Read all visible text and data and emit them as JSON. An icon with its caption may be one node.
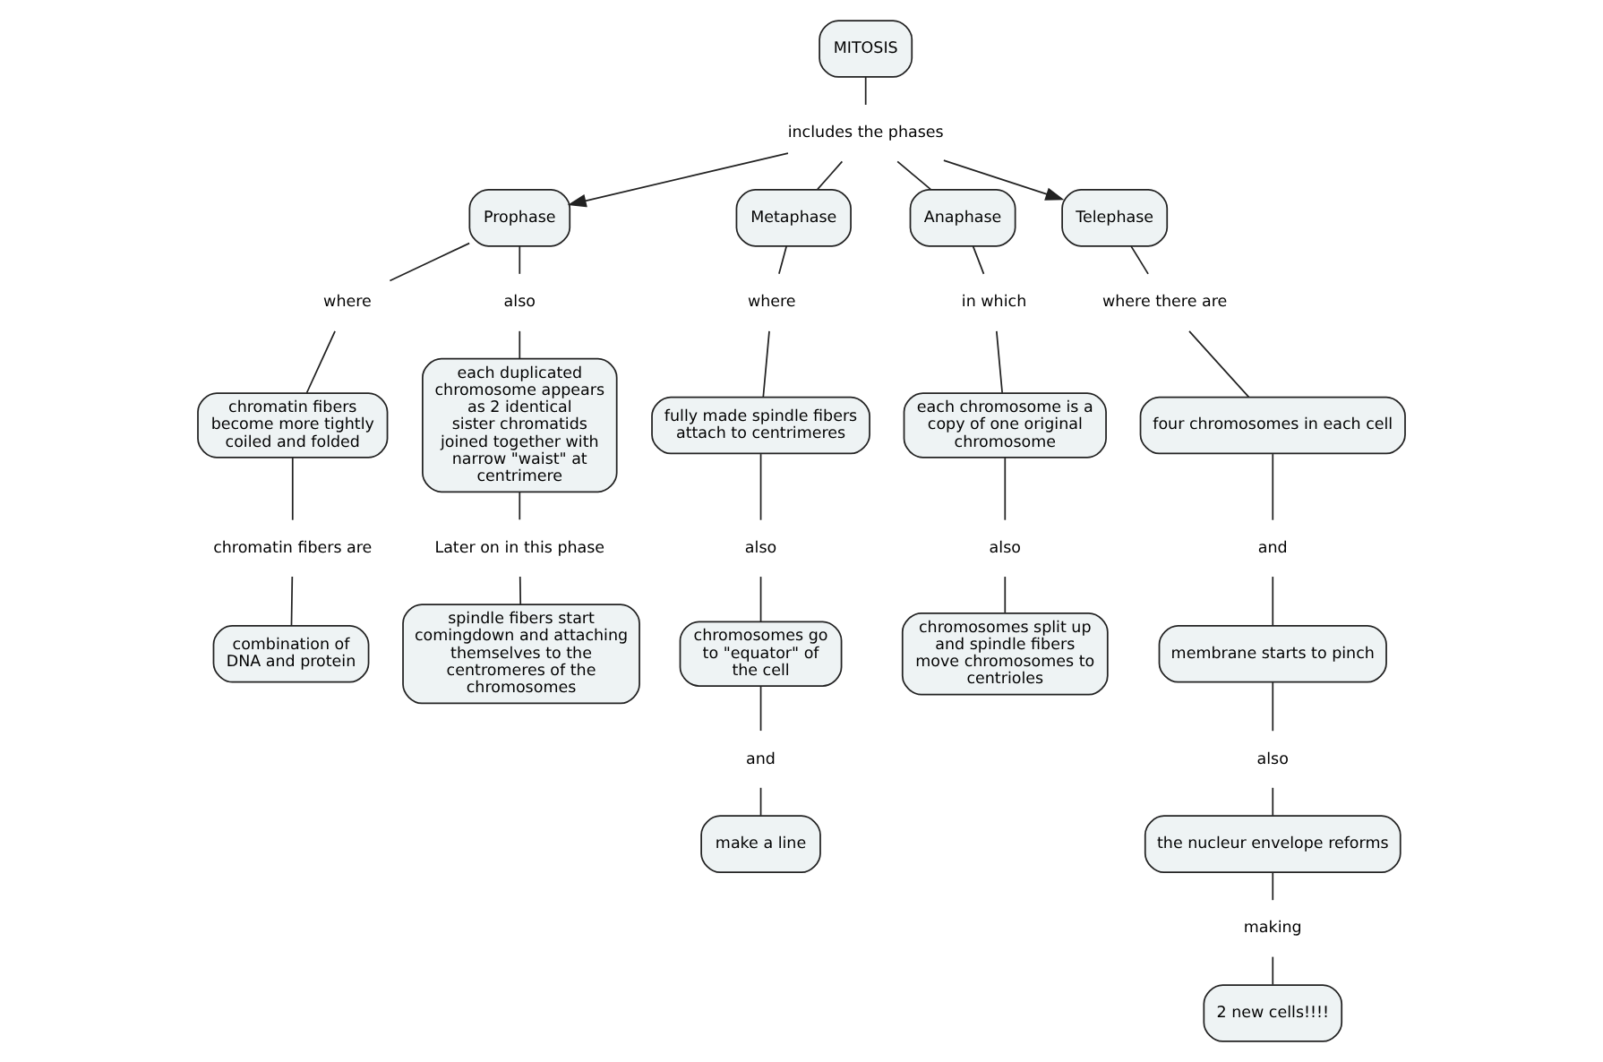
{
  "diagram": {
    "nodes": [
      {
        "text": [
          "MITOSIS"
        ]
      },
      {
        "text": [
          "includes the phases"
        ]
      },
      {
        "text": [
          "Prophase"
        ]
      },
      {
        "text": [
          "Metaphase"
        ]
      },
      {
        "text": [
          "Anaphase"
        ]
      },
      {
        "text": [
          "Telephase"
        ]
      },
      {
        "text": [
          "where"
        ]
      },
      {
        "text": [
          "also"
        ]
      },
      {
        "text": [
          "chromatin fibers become more tightly coiled and folded"
        ]
      },
      {
        "text": [
          "chromatin fibers are"
        ]
      },
      {
        "text": [
          "combination of DNA and protein"
        ]
      },
      {
        "text": [
          "each duplicated chromosome appears as 2 identical sister chromatids joined together with narrow \"waist\" at centrimere"
        ]
      },
      {
        "text": [
          "Later on in this phase"
        ]
      },
      {
        "text": [
          "spindle fibers start comingdown and attaching themselves to the centromeres of the chromosomes"
        ]
      },
      {
        "text": [
          "where"
        ]
      },
      {
        "text": [
          "fully made spindle fibers attach to centrimeres"
        ]
      },
      {
        "text": [
          "also"
        ]
      },
      {
        "text": [
          "chromosomes go to \"equator\" of the cell"
        ]
      },
      {
        "text": [
          "and"
        ]
      },
      {
        "text": [
          "make a line"
        ]
      },
      {
        "text": [
          "in which"
        ]
      },
      {
        "text": [
          "each chromosome is a copy of one original chromosome"
        ]
      },
      {
        "text": [
          "also"
        ]
      },
      {
        "text": [
          "chromosomes split up and spindle fibers move chromosomes to centrioles"
        ]
      },
      {
        "text": [
          "where there are"
        ]
      },
      {
        "text": [
          "four chromosomes in each cell"
        ]
      },
      {
        "text": [
          "and"
        ]
      },
      {
        "text": [
          "membrane starts to pinch"
        ]
      },
      {
        "text": [
          "also"
        ]
      },
      {
        "text": [
          "the nucleur envelope reforms"
        ]
      },
      {
        "text": [
          "making"
        ]
      },
      {
        "text": [
          "2 new cells!!!!"
        ]
      }
    ],
    "edges": [
      {
        "from": 0,
        "to": 1,
        "arrow": "none"
      },
      {
        "from": 1,
        "to": 2,
        "arrow": "to"
      },
      {
        "from": 1,
        "to": 3,
        "arrow": "none"
      },
      {
        "from": 1,
        "to": 4,
        "arrow": "none"
      },
      {
        "from": 1,
        "to": 5,
        "arrow": "to"
      },
      {
        "from": 2,
        "to": 6,
        "arrow": "none"
      },
      {
        "from": 6,
        "to": 8,
        "arrow": "none"
      },
      {
        "from": 2,
        "to": 7,
        "arrow": "none"
      },
      {
        "from": 7,
        "to": 11,
        "arrow": "none"
      },
      {
        "from": 8,
        "to": 9,
        "arrow": "none"
      },
      {
        "from": 9,
        "to": 10,
        "arrow": "none"
      },
      {
        "from": 11,
        "to": 12,
        "arrow": "none"
      },
      {
        "from": 12,
        "to": 13,
        "arrow": "none"
      },
      {
        "from": 3,
        "to": 14,
        "arrow": "none"
      },
      {
        "from": 14,
        "to": 15,
        "arrow": "none"
      },
      {
        "from": 15,
        "to": 16,
        "arrow": "none"
      },
      {
        "from": 16,
        "to": 17,
        "arrow": "none"
      },
      {
        "from": 17,
        "to": 18,
        "arrow": "none"
      },
      {
        "from": 18,
        "to": 19,
        "arrow": "none"
      },
      {
        "from": 4,
        "to": 20,
        "arrow": "none"
      },
      {
        "from": 20,
        "to": 21,
        "arrow": "none"
      },
      {
        "from": 21,
        "to": 22,
        "arrow": "none"
      },
      {
        "from": 22,
        "to": 23,
        "arrow": "none"
      },
      {
        "from": 5,
        "to": 24,
        "arrow": "none"
      },
      {
        "from": 24,
        "to": 25,
        "arrow": "none"
      },
      {
        "from": 25,
        "to": 26,
        "arrow": "none"
      },
      {
        "from": 26,
        "to": 27,
        "arrow": "none"
      },
      {
        "from": 27,
        "to": 28,
        "arrow": "none"
      },
      {
        "from": 28,
        "to": 29,
        "arrow": "none"
      },
      {
        "from": 29,
        "to": 30,
        "arrow": "none"
      },
      {
        "from": 30,
        "to": 31,
        "arrow": "none"
      }
    ]
  }
}
